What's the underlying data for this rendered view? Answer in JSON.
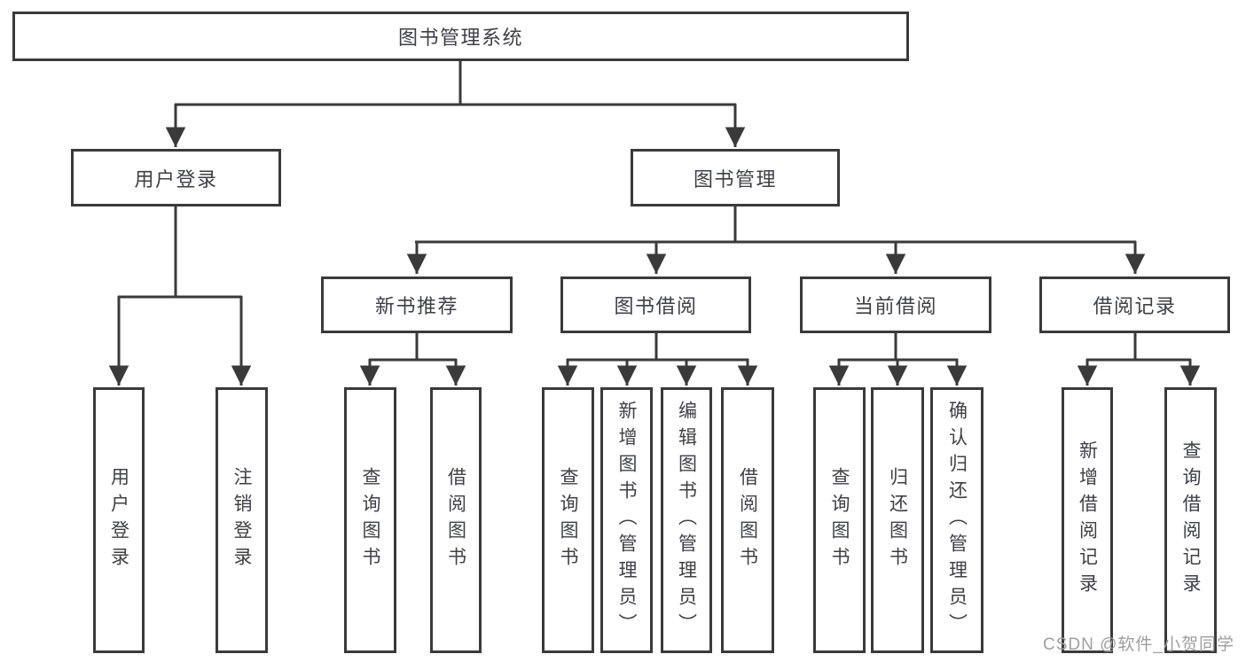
{
  "diagram": {
    "root": {
      "label": "图书管理系统"
    },
    "level2": {
      "login": {
        "label": "用户登录"
      },
      "mgmt": {
        "label": "图书管理"
      }
    },
    "level3": {
      "recommend": {
        "label": "新书推荐"
      },
      "borrowing": {
        "label": "图书借阅"
      },
      "current": {
        "label": "当前借阅"
      },
      "records": {
        "label": "借阅记录"
      }
    },
    "leaves": {
      "login_user": {
        "label": "用户登录"
      },
      "logout": {
        "label": "注销登录"
      },
      "rec_query": {
        "label": "查询图书"
      },
      "rec_borrow": {
        "label": "借阅图书"
      },
      "bor_query": {
        "label": "查询图书"
      },
      "bor_add": {
        "label": "新增图书（管理员）"
      },
      "bor_edit": {
        "label": "编辑图书（管理员）"
      },
      "bor_borrow": {
        "label": "借阅图书"
      },
      "cur_query": {
        "label": "查询图书"
      },
      "cur_return": {
        "label": "归还图书"
      },
      "cur_confirm": {
        "label": "确认归还（管理员）"
      },
      "recd_add": {
        "label": "新增借阅记录"
      },
      "recd_query": {
        "label": "查询借阅记录"
      }
    },
    "watermark": {
      "text": "CSDN @软件_小贺同学"
    },
    "colors": {
      "line": "#3a3a3a",
      "text": "#3d4046",
      "watermark": "#9e9e9e",
      "background": "#ffffff"
    }
  }
}
